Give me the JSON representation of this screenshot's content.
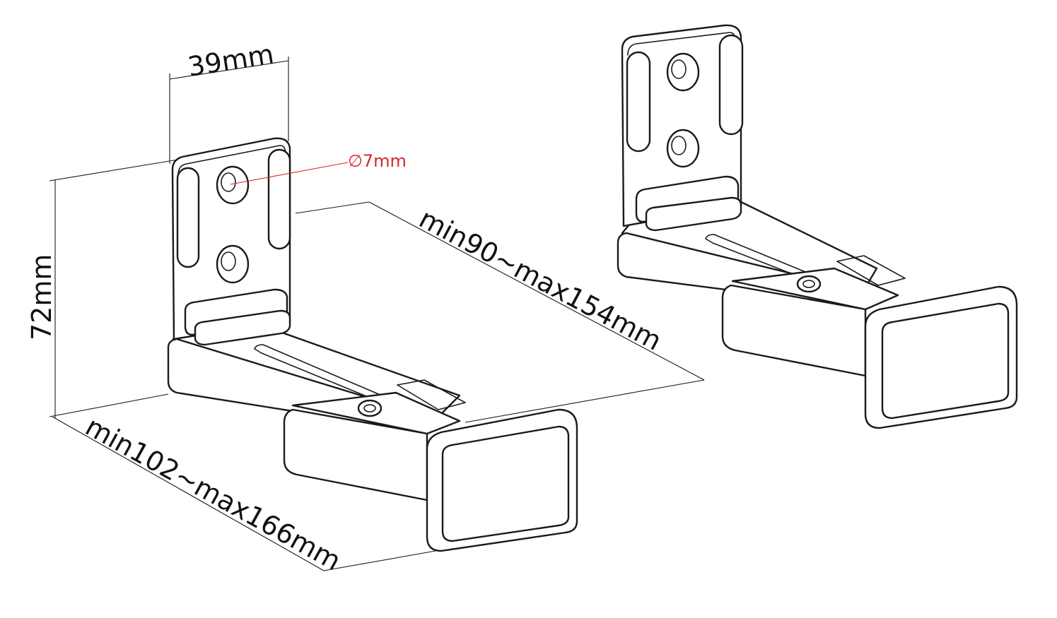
{
  "dimensions": {
    "width_label": "39mm",
    "height_label": "72mm",
    "hole_label": "∅7mm",
    "upper_depth_label": "min90~max154mm",
    "lower_depth_label": "min102~max166mm"
  },
  "colors": {
    "line": "#1a1a1a",
    "callout": "#d9262c",
    "background": "#ffffff"
  }
}
